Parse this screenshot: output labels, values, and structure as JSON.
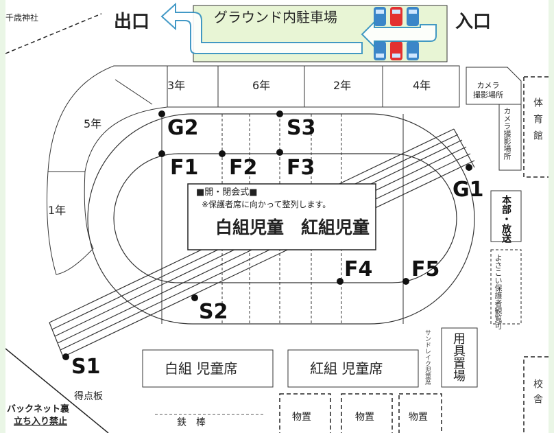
{
  "parking": {
    "title": "グラウンド内駐車場",
    "exit": "出口",
    "entrance": "入口"
  },
  "shrine": "千歳神社",
  "stands": {
    "grade3": "3年",
    "grade6": "6年",
    "grade2": "2年",
    "grade4": "4年",
    "grade5": "5年",
    "grade1": "1年"
  },
  "camera_area_1": "カメラ\n撮影場所",
  "camera_area_2": "カメラ撮影場所",
  "gym": "体育館",
  "hq": "本部・放送",
  "guardian_area": "よさこい保護者観覧可",
  "ceremony": {
    "header": "■開・閉会式■",
    "note": "※保護者席に向かって整列します。",
    "main": "白組児童　紅組児童"
  },
  "points": [
    "G2",
    "S3",
    "F1",
    "F2",
    "F3",
    "G1",
    "F4",
    "F5",
    "S2",
    "S1"
  ],
  "white_seats": "白組 児童席",
  "red_seats": "紅組 児童席",
  "sandlake_seats": "サンドレイク児童席",
  "equipment": "用具置場",
  "scoreboard": "得点板",
  "backnet": {
    "line1": "バックネット裏",
    "line2": "立ち入り禁止"
  },
  "iron_bar": "鉄　棒",
  "storage": [
    "物置",
    "物置",
    "物置"
  ],
  "school_building": "校舎",
  "colors": {
    "arrow": "#2f8fc0",
    "parking_fill": "#e8f5d5",
    "car_blue": "#3b86c8",
    "car_red": "#e33030"
  }
}
